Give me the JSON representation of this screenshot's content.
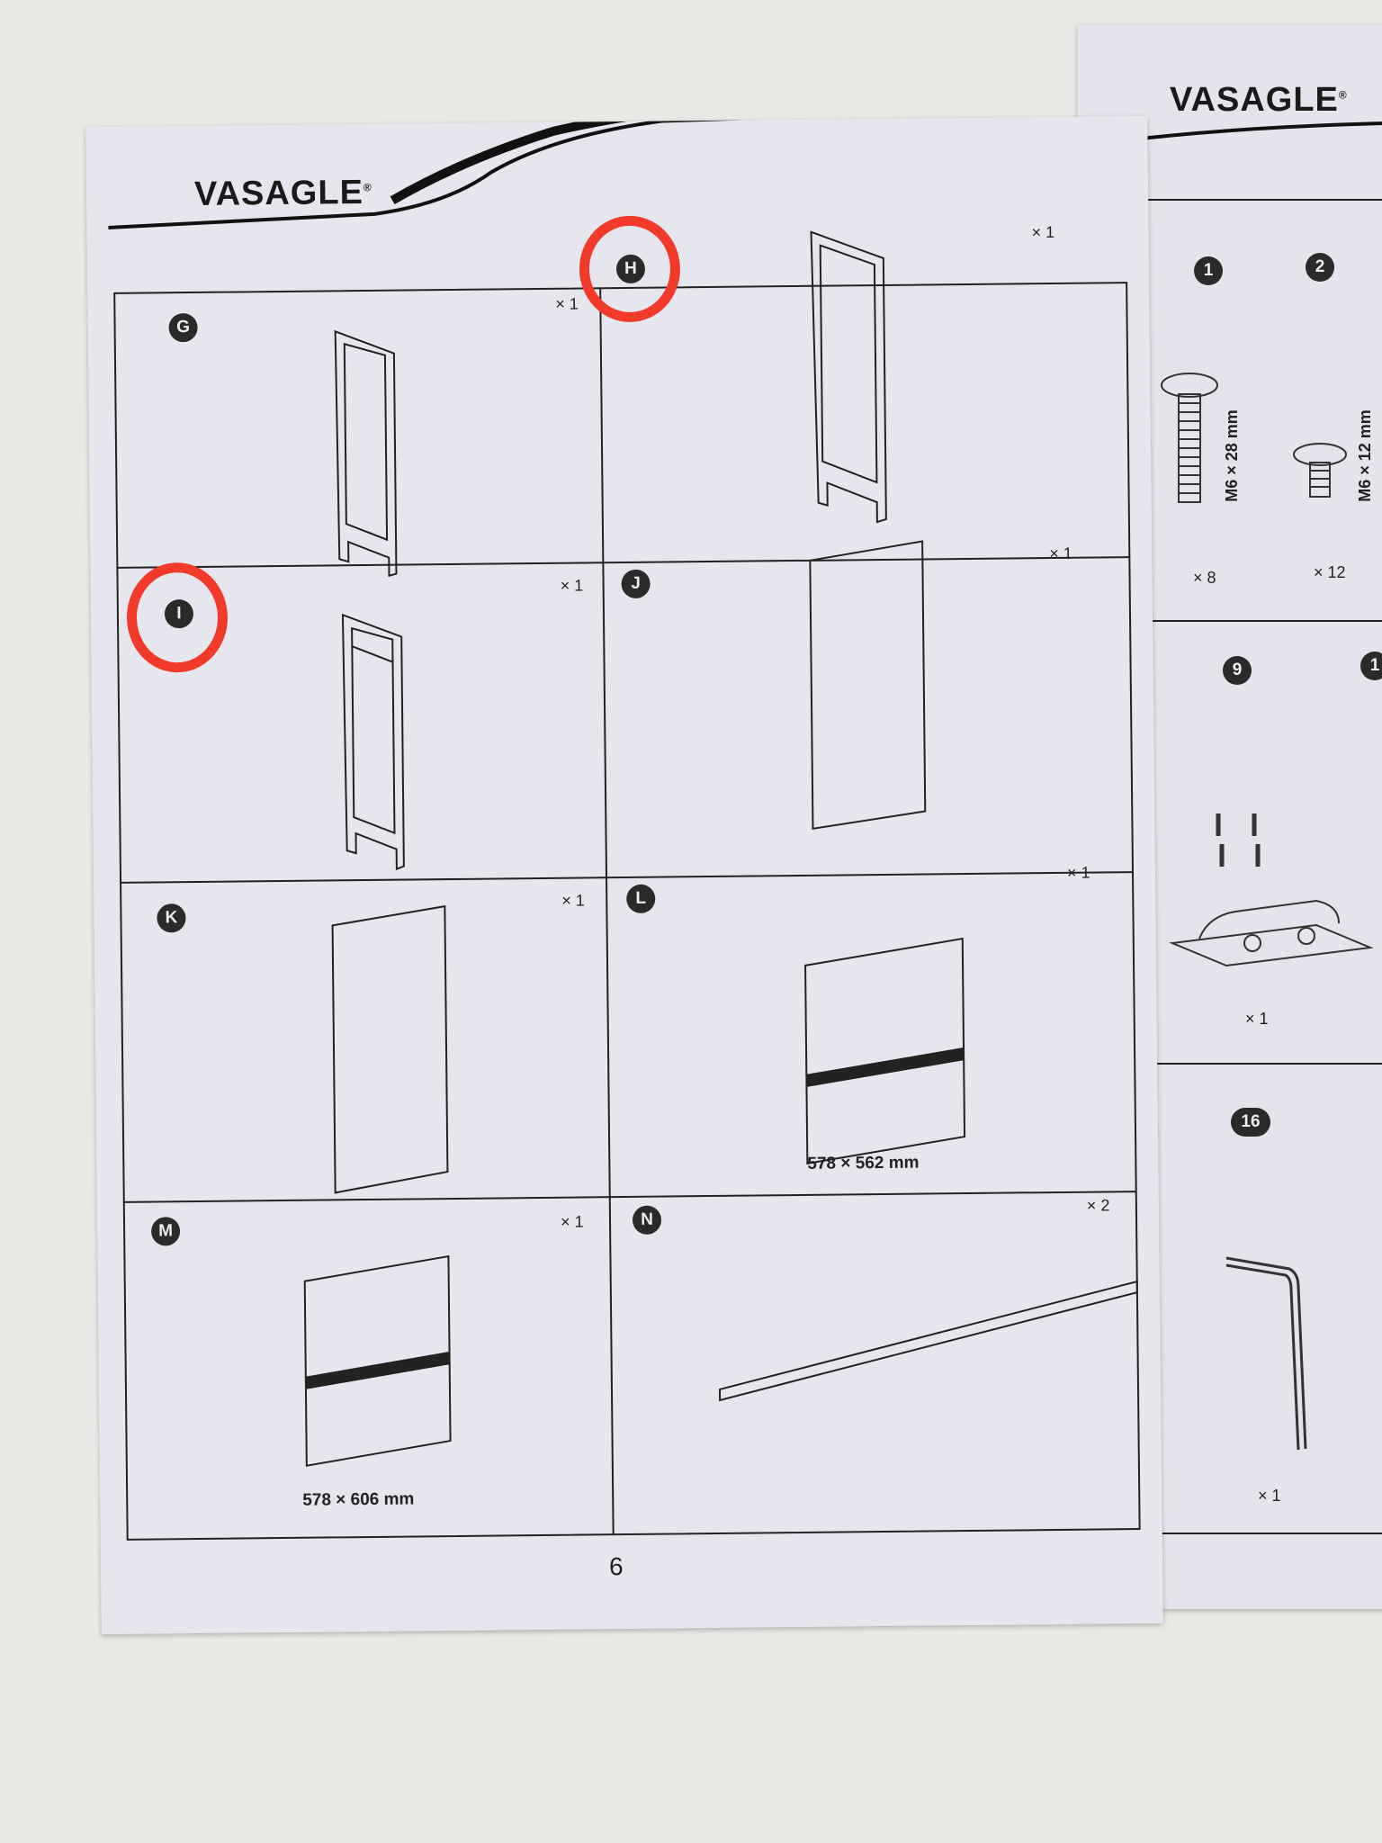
{
  "left_page": {
    "brand": "VASAGLE",
    "brand_mark": "®",
    "page_number": "6",
    "parts": [
      {
        "id": "G",
        "quantity": "× 1"
      },
      {
        "id": "H",
        "quantity": "× 1"
      },
      {
        "id": "I",
        "quantity": "× 1"
      },
      {
        "id": "J",
        "quantity": "× 1"
      },
      {
        "id": "K",
        "quantity": "× 1"
      },
      {
        "id": "L",
        "quantity": "× 1",
        "dimension": "578 × 562 mm"
      },
      {
        "id": "M",
        "quantity": "× 1",
        "dimension": "578 × 606 mm"
      },
      {
        "id": "N",
        "quantity": "× 2"
      }
    ],
    "highlighted_parts": [
      "H",
      "I"
    ],
    "highlight_color": "#f23a2a"
  },
  "right_page": {
    "brand": "VASAGLE",
    "brand_mark": "®",
    "hardware": [
      {
        "id": "1",
        "size": "M6 × 28 mm",
        "quantity": "× 8"
      },
      {
        "id": "2",
        "size": "M6 × 12 mm",
        "quantity": "× 12"
      },
      {
        "id": "9",
        "quantity": "× 1"
      },
      {
        "id": "1"
      },
      {
        "id": "16",
        "quantity": "× 1"
      }
    ]
  }
}
